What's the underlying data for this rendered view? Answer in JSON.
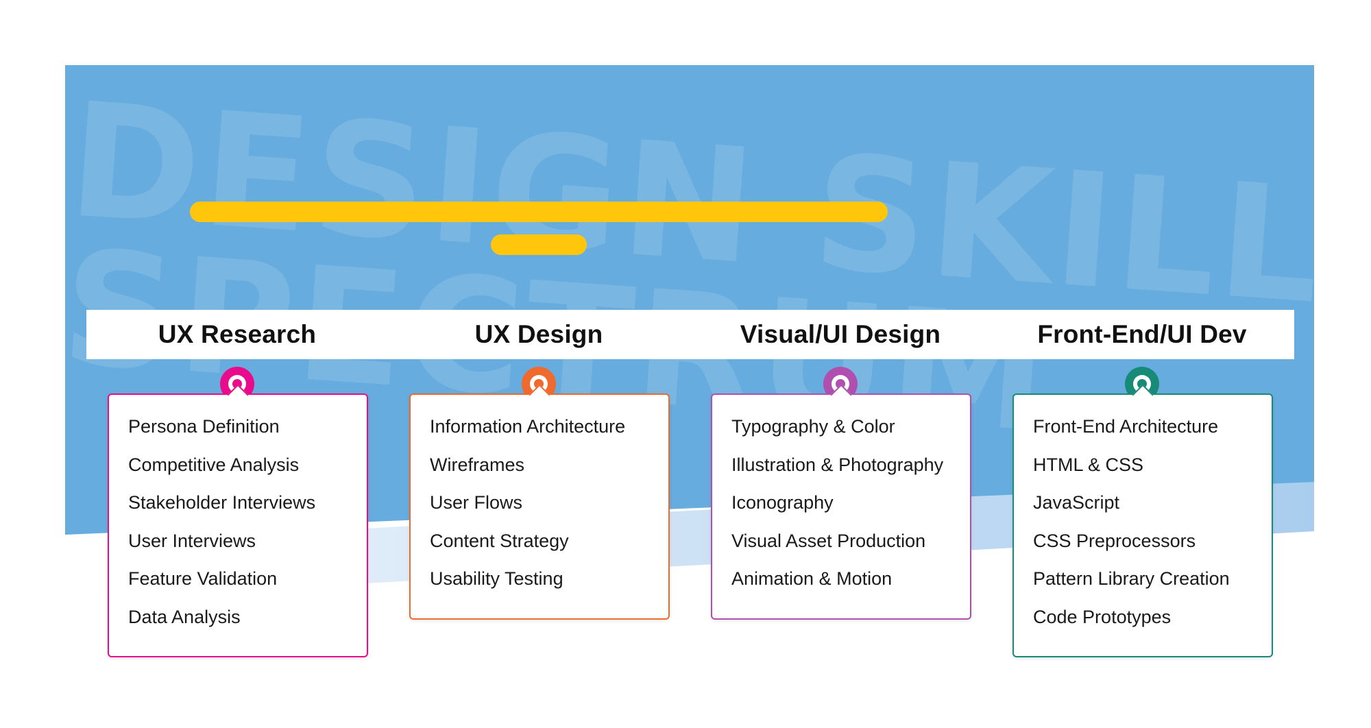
{
  "background": {
    "watermark_line_1": "DESIGN SKILLS",
    "watermark_line_2": "SPECTRUM"
  },
  "columns": [
    {
      "title": "UX Research",
      "color": "#ea0b8c",
      "items": [
        "Persona Definition",
        "Competitive Analysis",
        "Stakeholder Interviews",
        "User Interviews",
        "Feature Validation",
        "Data Analysis"
      ]
    },
    {
      "title": "UX Design",
      "color": "#ef6a2c",
      "items": [
        "Information Architecture",
        "Wireframes",
        "User Flows",
        "Content Strategy",
        "Usability Testing"
      ]
    },
    {
      "title": "Visual/UI Design",
      "color": "#b04fb0",
      "items": [
        "Typography & Color",
        "Illustration & Photography",
        "Iconography",
        "Visual Asset Production",
        "Animation & Motion"
      ]
    },
    {
      "title": "Front-End/UI Dev",
      "color": "#178b78",
      "items": [
        "Front-End Architecture",
        "HTML & CSS",
        "JavaScript",
        "CSS Preprocessors",
        "Pattern Library Creation",
        "Code Prototypes"
      ]
    }
  ],
  "colors": {
    "banner_blue": "#66acde",
    "banner_light": "#c9e0f4",
    "accent_yellow": "#ffc60b"
  }
}
